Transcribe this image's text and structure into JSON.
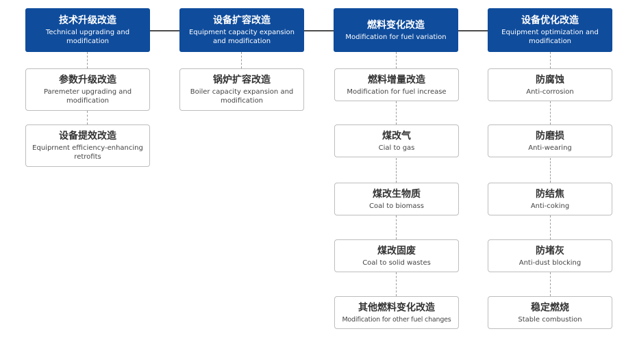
{
  "columns": [
    {
      "head": {
        "zh": "技术升级改造",
        "en": "Technical upgrading and modification"
      },
      "items": [
        {
          "zh": "参数升级改造",
          "en": "Paremeter upgrading and modification"
        },
        {
          "zh": "设备提效改造",
          "en": "Equiprnent efficiency-enhancing retrofits"
        }
      ]
    },
    {
      "head": {
        "zh": "设备扩容改造",
        "en": "Equipment capacity expansion and modification"
      },
      "items": [
        {
          "zh": "锅炉扩容改造",
          "en": "Boiler capacity expansion and modification"
        }
      ]
    },
    {
      "head": {
        "zh": "燃料变化改造",
        "en": "Modification for fuel variation"
      },
      "items": [
        {
          "zh": "燃料增量改造",
          "en": "Modification for fuel increase"
        },
        {
          "zh": "煤改气",
          "en": "Cial to gas"
        },
        {
          "zh": "煤改生物质",
          "en": "Coal to biomass"
        },
        {
          "zh": "煤改固废",
          "en": "Coal to solid wastes"
        },
        {
          "zh": "其他燃料变化改造",
          "en": "Modification for other fuel changes"
        }
      ]
    },
    {
      "head": {
        "zh": "设备优化改造",
        "en": "Equipment optimization and modification"
      },
      "items": [
        {
          "zh": "防腐蚀",
          "en": "Anti-corrosion"
        },
        {
          "zh": "防磨损",
          "en": "Anti-wearing"
        },
        {
          "zh": "防结焦",
          "en": "Anti-coking"
        },
        {
          "zh": "防堵灰",
          "en": "Anti-dust blocking"
        },
        {
          "zh": "稳定燃烧",
          "en": "Stable combustion"
        }
      ]
    }
  ],
  "colors": {
    "header_bg": "#0f4c9c",
    "header_text": "#ffffff",
    "box_border": "#bdbdbd",
    "connector": "#4a4a4a"
  }
}
